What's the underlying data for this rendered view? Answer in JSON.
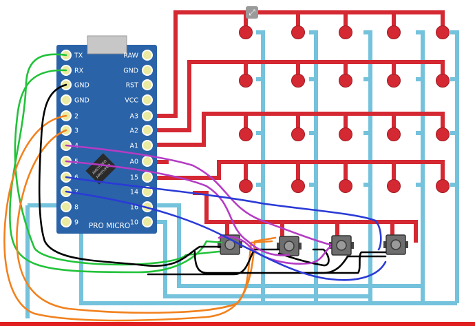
{
  "board": {
    "name": "PRO MICRO",
    "chip_lines": [
      "AMSTUPKO",
      "AMSTUPKO"
    ],
    "left_pins": [
      "TX",
      "RX",
      "GND",
      "GND",
      "2",
      "3",
      "4",
      "5",
      "6",
      "7",
      "8",
      "9"
    ],
    "right_pins": [
      "RAW",
      "GND",
      "RST",
      "VCC",
      "A3",
      "A2",
      "A1",
      "A0",
      "15",
      "14",
      "16",
      "10"
    ]
  },
  "matrix": {
    "rows": 4,
    "cols": 5,
    "encoders": 4
  },
  "colors": {
    "pcb": "#2a63a8",
    "row_trace": "#d42832",
    "col_trace": "#74c2dc",
    "led": "#d42832",
    "wire_green": "#22c23a",
    "wire_orange": "#f2811e",
    "wire_black": "#000000",
    "wire_purple": "#b43cc4",
    "wire_blue": "#2a3ad6"
  },
  "toolbar": {
    "expand_icon": "expand-icon",
    "expand_glyph": "⤢"
  },
  "video": {
    "progress": 1.0
  }
}
